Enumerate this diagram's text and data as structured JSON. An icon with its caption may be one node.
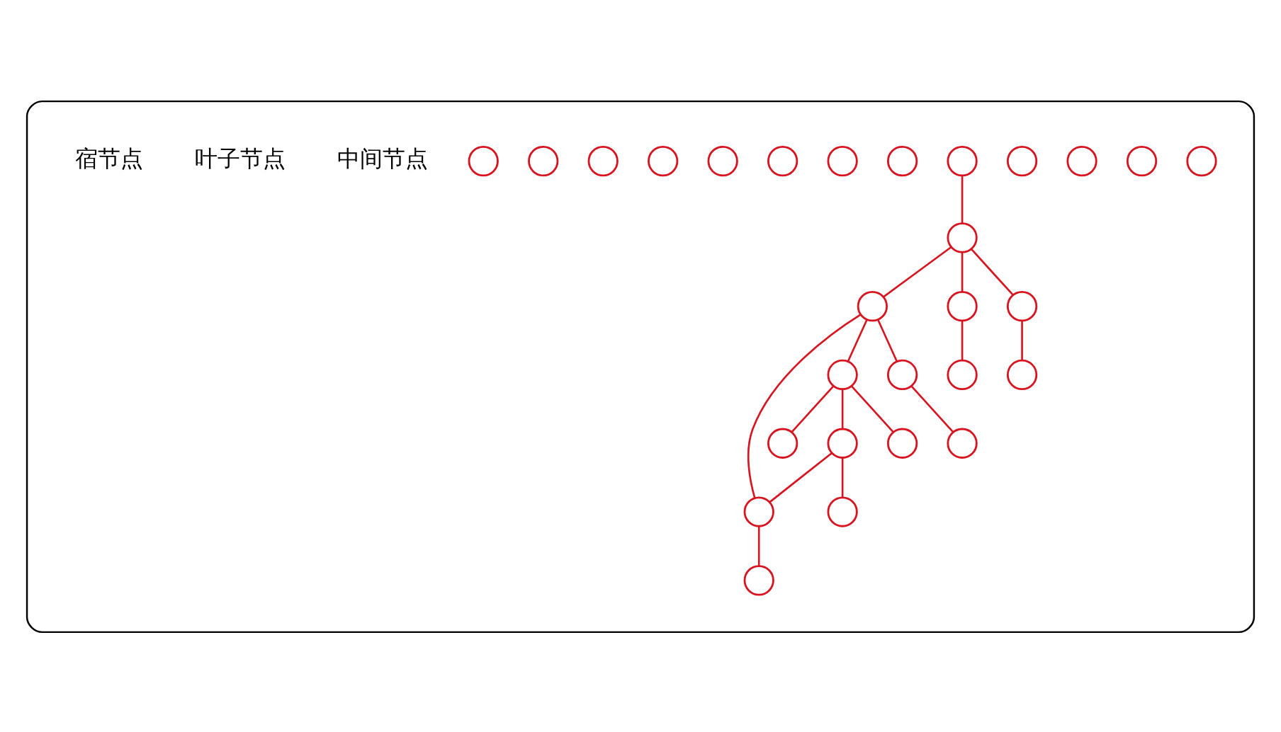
{
  "diagram": {
    "nodes": [
      {
        "text": [],
        "shape": "ellipse"
      },
      {
        "text": [],
        "shape": "circle",
        "in": 0
      },
      {
        "text": [],
        "shape": "circle",
        "in": 0
      },
      {
        "text": [],
        "shape": "circle",
        "in": 0
      },
      {
        "text": [],
        "shape": "circle",
        "in": 0
      },
      {
        "text": [],
        "shape": "circle",
        "in": 0
      },
      {
        "text": [],
        "shape": "circle",
        "in": 0
      },
      {
        "text": [],
        "shape": "circle",
        "in": 0
      },
      {
        "text": [],
        "shape": "circle",
        "in": 0
      },
      {
        "text": [],
        "shape": "circle",
        "in": 0
      },
      {
        "text": [],
        "shape": "circle",
        "in": 0
      },
      {
        "text": [],
        "shape": "circle",
        "in": 0
      },
      {
        "text": [],
        "shape": "circle",
        "in": 0
      },
      {
        "text": [],
        "shape": "circle",
        "in": 0
      },
      {
        "text": [],
        "shape": "circle",
        "in": 0
      },
      {
        "text": [],
        "shape": "circle",
        "in": 0
      },
      {
        "text": [],
        "shape": "circle",
        "in": 0
      },
      {
        "text": [],
        "shape": "circle",
        "in": 0
      },
      {
        "text": [],
        "shape": "circle",
        "in": 0
      },
      {
        "text": [],
        "shape": "circle",
        "in": 0
      },
      {
        "text": [],
        "shape": "circle",
        "in": 0
      },
      {
        "text": [],
        "shape": "circle",
        "in": 0
      },
      {
        "text": [],
        "shape": "circle",
        "in": 0
      },
      {
        "text": [],
        "shape": "circle",
        "in": 0
      },
      {
        "text": [],
        "shape": "circle",
        "in": 0
      },
      {
        "text": [],
        "shape": "circle",
        "in": 0
      },
      {
        "text": [],
        "shape": "circle",
        "in": 0
      },
      {
        "text": [],
        "shape": "circle",
        "in": 0
      },
      {
        "text": [],
        "shape": "circle",
        "in": 0
      }
    ],
    "edges": [
      {
        "from": 5,
        "to": 6,
        "arrow": "none"
      },
      {
        "from": 6,
        "to": 7,
        "arrow": "none"
      },
      {
        "from": 7,
        "to": 8,
        "arrow": "none"
      },
      {
        "from": 8,
        "to": 12,
        "arrow": "none"
      },
      {
        "from": 6,
        "to": 10,
        "arrow": "none"
      },
      {
        "from": 10,
        "to": 13,
        "arrow": "none"
      },
      {
        "from": 6,
        "to": 14,
        "arrow": "none"
      },
      {
        "from": 14,
        "to": 16,
        "arrow": "none"
      },
      {
        "from": 7,
        "to": 9,
        "arrow": "none"
      },
      {
        "from": 9,
        "to": 19,
        "arrow": "none"
      },
      {
        "from": 7,
        "to": 17,
        "arrow": "none"
      },
      {
        "from": 8,
        "to": 11,
        "arrow": "none"
      },
      {
        "from": 11,
        "to": 17,
        "arrow": "none"
      },
      {
        "from": 11,
        "to": 22,
        "arrow": "none"
      },
      {
        "from": 8,
        "to": 15,
        "arrow": "none"
      },
      {
        "from": 17,
        "to": 26,
        "arrow": "none"
      }
    ],
    "labels": [
      "中间节点",
      "叶子节点",
      "宿节点"
    ]
  }
}
